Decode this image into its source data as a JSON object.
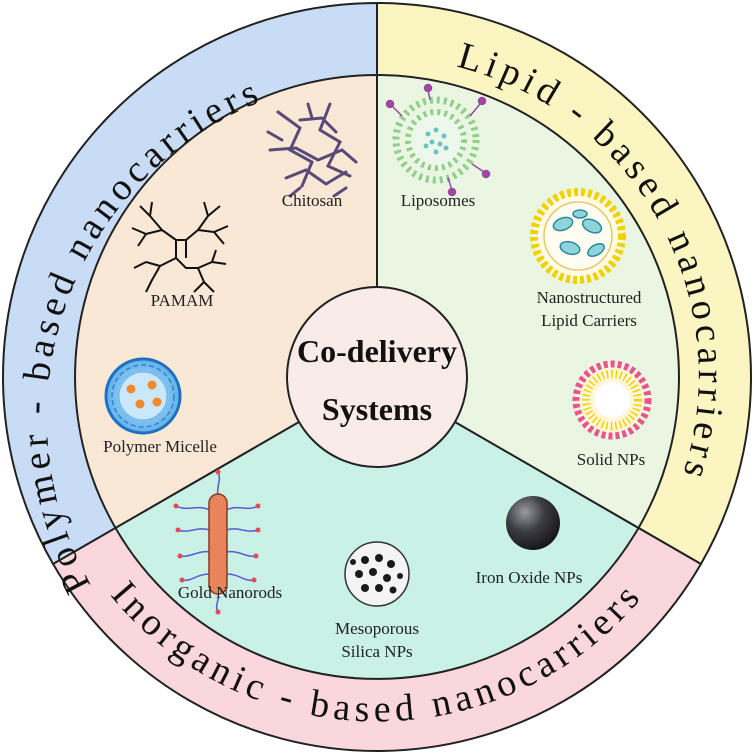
{
  "center": {
    "line1": "Co-delivery",
    "line2": "Systems"
  },
  "sectors": {
    "polymer": {
      "ring_label": "Polymer - based nanocarriers",
      "items": {
        "chitosan": "Chitosan",
        "pamam": "PAMAM",
        "micelle": "Polymer Micelle"
      }
    },
    "lipid": {
      "ring_label": "Lipid - based nanocarriers",
      "items": {
        "liposomes": "Liposomes",
        "nlc_line1": "Nanostructured",
        "nlc_line2": "Lipid Carriers",
        "solid": "Solid NPs"
      }
    },
    "inorganic": {
      "ring_label": "Inorganic - based nanocarriers",
      "items": {
        "gold": "Gold Nanorods",
        "silica_line1": "Mesoporous",
        "silica_line2": "Silica NPs",
        "iron": "Iron Oxide NPs"
      }
    }
  },
  "colors": {
    "polymer_ring": "#c9dcf5",
    "lipid_ring": "#fbf5c2",
    "inorganic_ring": "#f9d7dd",
    "polymer_inner": "#fae8d7",
    "lipid_inner": "#eaf6e2",
    "inorganic_inner": "#c9f1e5",
    "center_fill": "#f9ece8"
  }
}
